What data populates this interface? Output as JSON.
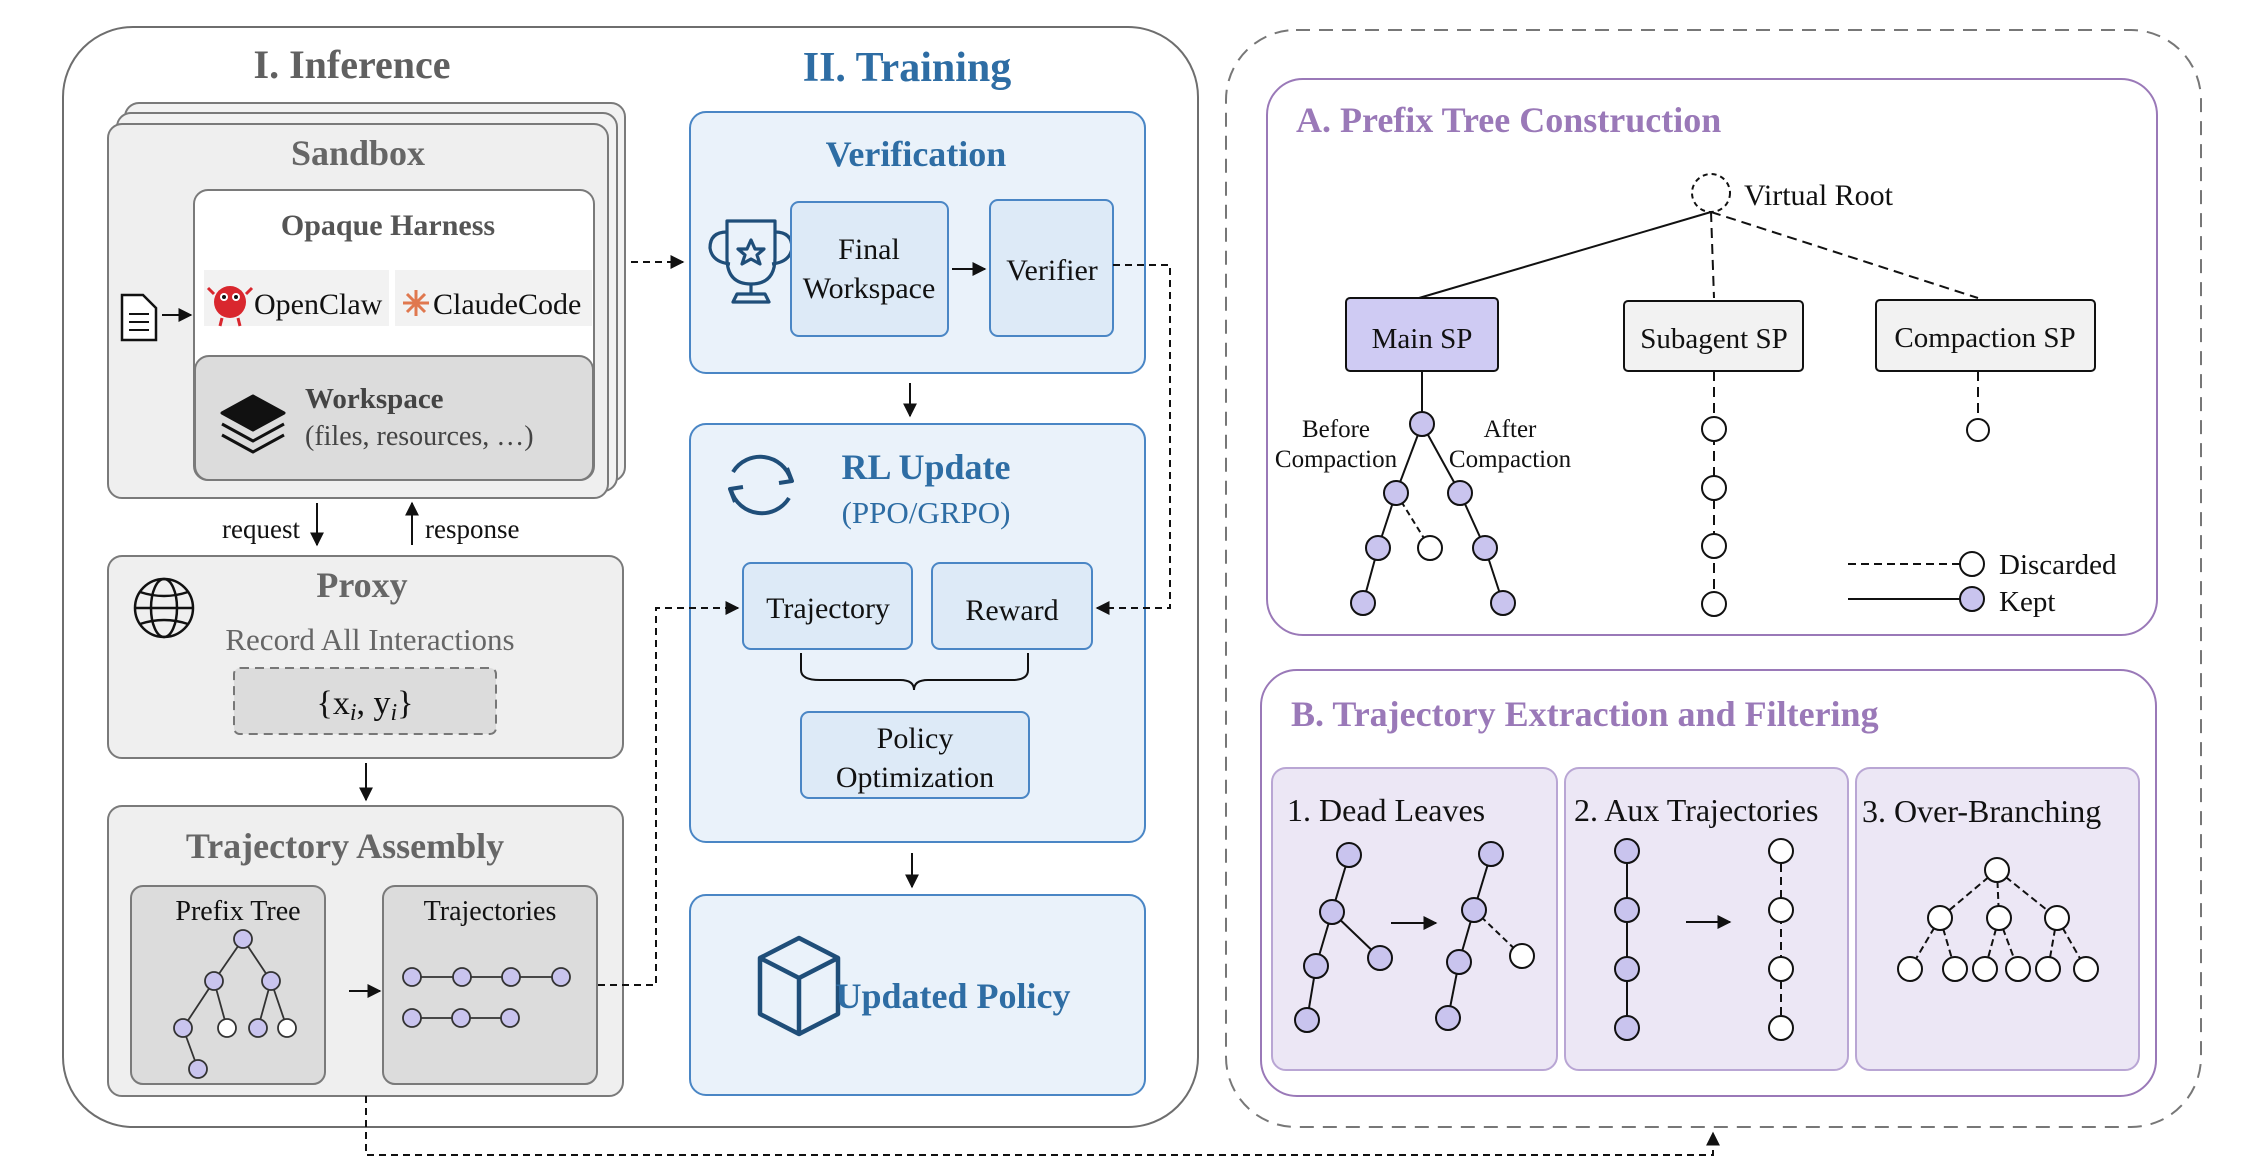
{
  "colors": {
    "inference_title": "#606060",
    "training_blue": "#2E6DA4",
    "purple_title": "#9A79B8",
    "panel_border": "#6e6e6e",
    "blue_fill": "#EAF2FA",
    "blue_box": "#DDEAF7",
    "gray_fill": "#EFEFEF",
    "purple_fill": "#ECE7F5",
    "purple_border": "#9A79B8",
    "node_fill": "#C9C4EE",
    "main_sp_fill": "#CFCBF3"
  },
  "inference": {
    "title": "I. Inference",
    "sandbox": {
      "title": "Sandbox",
      "harness_title": "Opaque Harness",
      "openclaw": "OpenClaw",
      "claudecode": "ClaudeCode",
      "workspace_title": "Workspace",
      "workspace_desc": "(files, resources, …)"
    },
    "request": "request",
    "response": "response",
    "proxy": {
      "title": "Proxy",
      "subtitle": "Record All Interactions",
      "formula_prefix": "{x",
      "formula_sub1": "i",
      "formula_mid": ", y",
      "formula_sub2": "i",
      "formula_suffix": "}"
    },
    "assembly": {
      "title": "Trajectory Assembly",
      "prefix_tree": "Prefix Tree",
      "trajectories": "Trajectories"
    }
  },
  "training": {
    "title": "II. Training",
    "verification": {
      "title": "Verification",
      "final_ws_line1": "Final",
      "final_ws_line2": "Workspace",
      "verifier": "Verifier"
    },
    "rl": {
      "title": "RL Update",
      "subtitle": "(PPO/GRPO)",
      "trajectory": "Trajectory",
      "reward": "Reward",
      "policy_line1": "Policy",
      "policy_line2": "Optimization"
    },
    "updated_policy": "Updated Policy"
  },
  "prefix_tree": {
    "title": "A. Prefix Tree Construction",
    "virtual_root": "Virtual Root",
    "main_sp": "Main SP",
    "subagent_sp": "Subagent SP",
    "compaction_sp": "Compaction SP",
    "before_line1": "Before",
    "before_line2": "Compaction",
    "after_line1": "After",
    "after_line2": "Compaction",
    "legend_discarded": "Discarded",
    "legend_kept": "Kept"
  },
  "extraction": {
    "title": "B. Trajectory Extraction and Filtering",
    "dead_leaves": "1. Dead Leaves",
    "aux": "2. Aux Trajectories",
    "over_branching": "3. Over-Branching"
  }
}
